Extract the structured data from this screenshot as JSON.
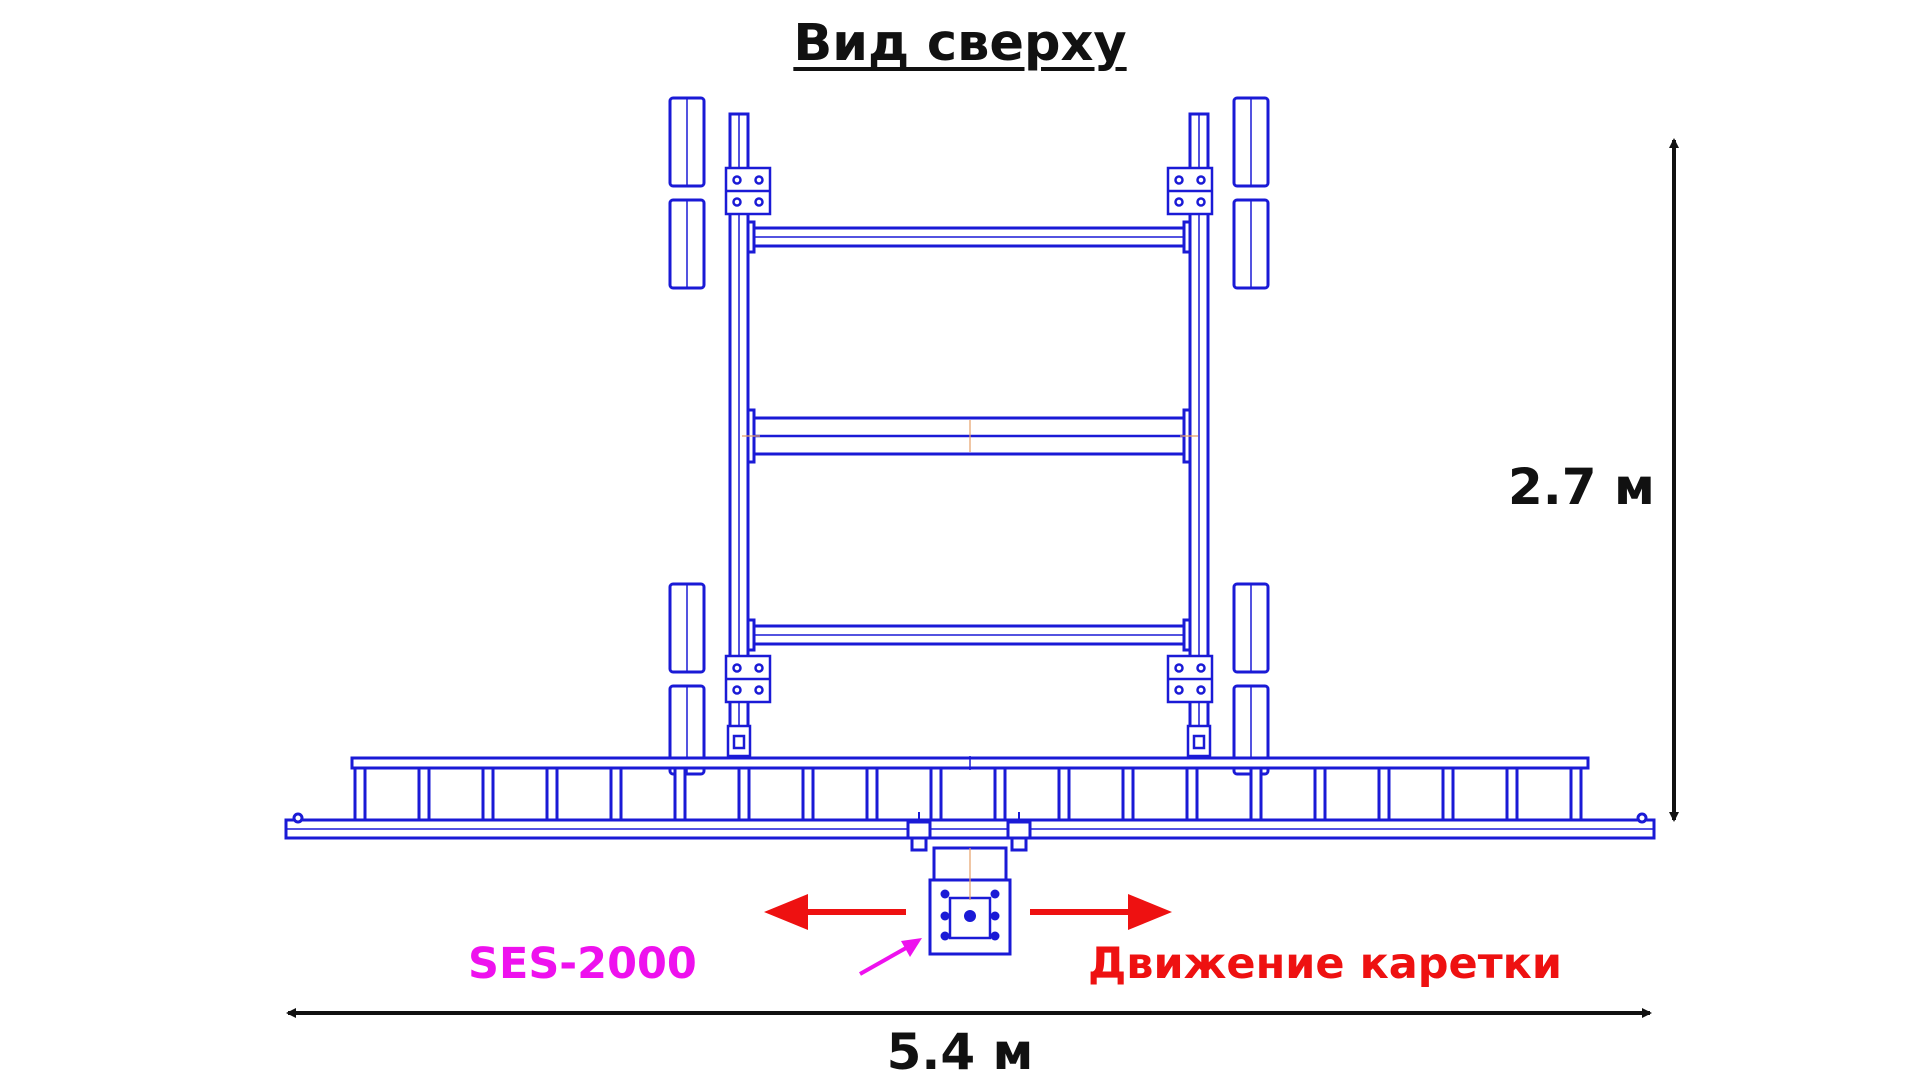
{
  "diagram": {
    "title": "Вид сверху",
    "height_label": "2.7 м",
    "width_label": "5.4 м",
    "device_label": "SES-2000",
    "motion_label": "Движение каретки"
  },
  "colors": {
    "drawing": "#1a1ad6",
    "dimension": "#111111",
    "motion_arrow": "#ee1111",
    "device_label": "#ee11ee",
    "motion_label": "#ee1111",
    "centerline": "#e6a066"
  },
  "icons": [
    "double-arrow-horizontal",
    "double-arrow-vertical",
    "pointer-arrow"
  ]
}
